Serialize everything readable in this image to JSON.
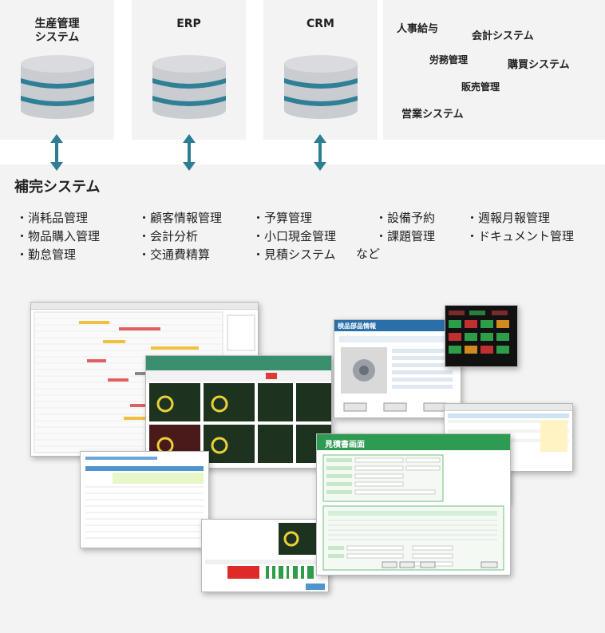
{
  "systems": [
    {
      "label_line1": "生産管理",
      "label_line2": "システム"
    },
    {
      "label_line1": "ERP",
      "label_line2": ""
    },
    {
      "label_line1": "CRM",
      "label_line2": ""
    }
  ],
  "other_systems": [
    "人事給与",
    "会計システム",
    "労務管理",
    "購買システム",
    "販売管理",
    "営業システム"
  ],
  "complement": {
    "title": "補完システム",
    "columns": [
      [
        "・消耗品管理",
        "・物品購入管理",
        "・勤怠管理"
      ],
      [
        "・顧客情報管理",
        "・会計分析",
        "・交通費精算"
      ],
      [
        "・予算管理",
        "・小口現金管理",
        "・見積システム"
      ],
      [
        "・設備予約",
        "・課題管理"
      ],
      [
        "・週報月報管理",
        "・ドキュメント管理"
      ]
    ],
    "etc": "など"
  },
  "screens": {
    "product_title": "検品部品情報",
    "estimate_title": "見積書画面"
  },
  "colors": {
    "db_grey": "#c9ccd0",
    "db_teal": "#2f7f96",
    "arrow": "#2d7d94",
    "panel": "#f3f3f3"
  }
}
